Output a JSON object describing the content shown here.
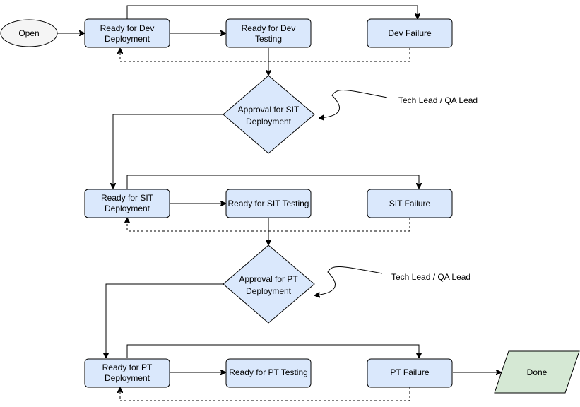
{
  "nodes": {
    "open": "Open",
    "dev_deploy": [
      "Ready for Dev",
      "Deployment"
    ],
    "dev_test": [
      "Ready for Dev",
      "Testing"
    ],
    "dev_fail": "Dev Failure",
    "sit_approval": [
      "Approval for SIT",
      "Deployment"
    ],
    "sit_deploy": [
      "Ready for SIT",
      "Deployment"
    ],
    "sit_test": "Ready for SIT Testing",
    "sit_fail": "SIT Failure",
    "pt_approval": [
      "Approval for PT",
      "Deployment"
    ],
    "pt_deploy": [
      "Ready for PT",
      "Deployment"
    ],
    "pt_test": "Ready for PT Testing",
    "pt_fail": "PT Failure",
    "done": "Done"
  },
  "notes": {
    "sit_approver": "Tech Lead / QA Lead",
    "pt_approver": "Tech Lead / QA Lead"
  },
  "colors": {
    "process_fill": "#dae8fc",
    "terminal_fill": "#d5e8d4",
    "start_fill": "#f5f5f5",
    "stroke": "#000000"
  }
}
